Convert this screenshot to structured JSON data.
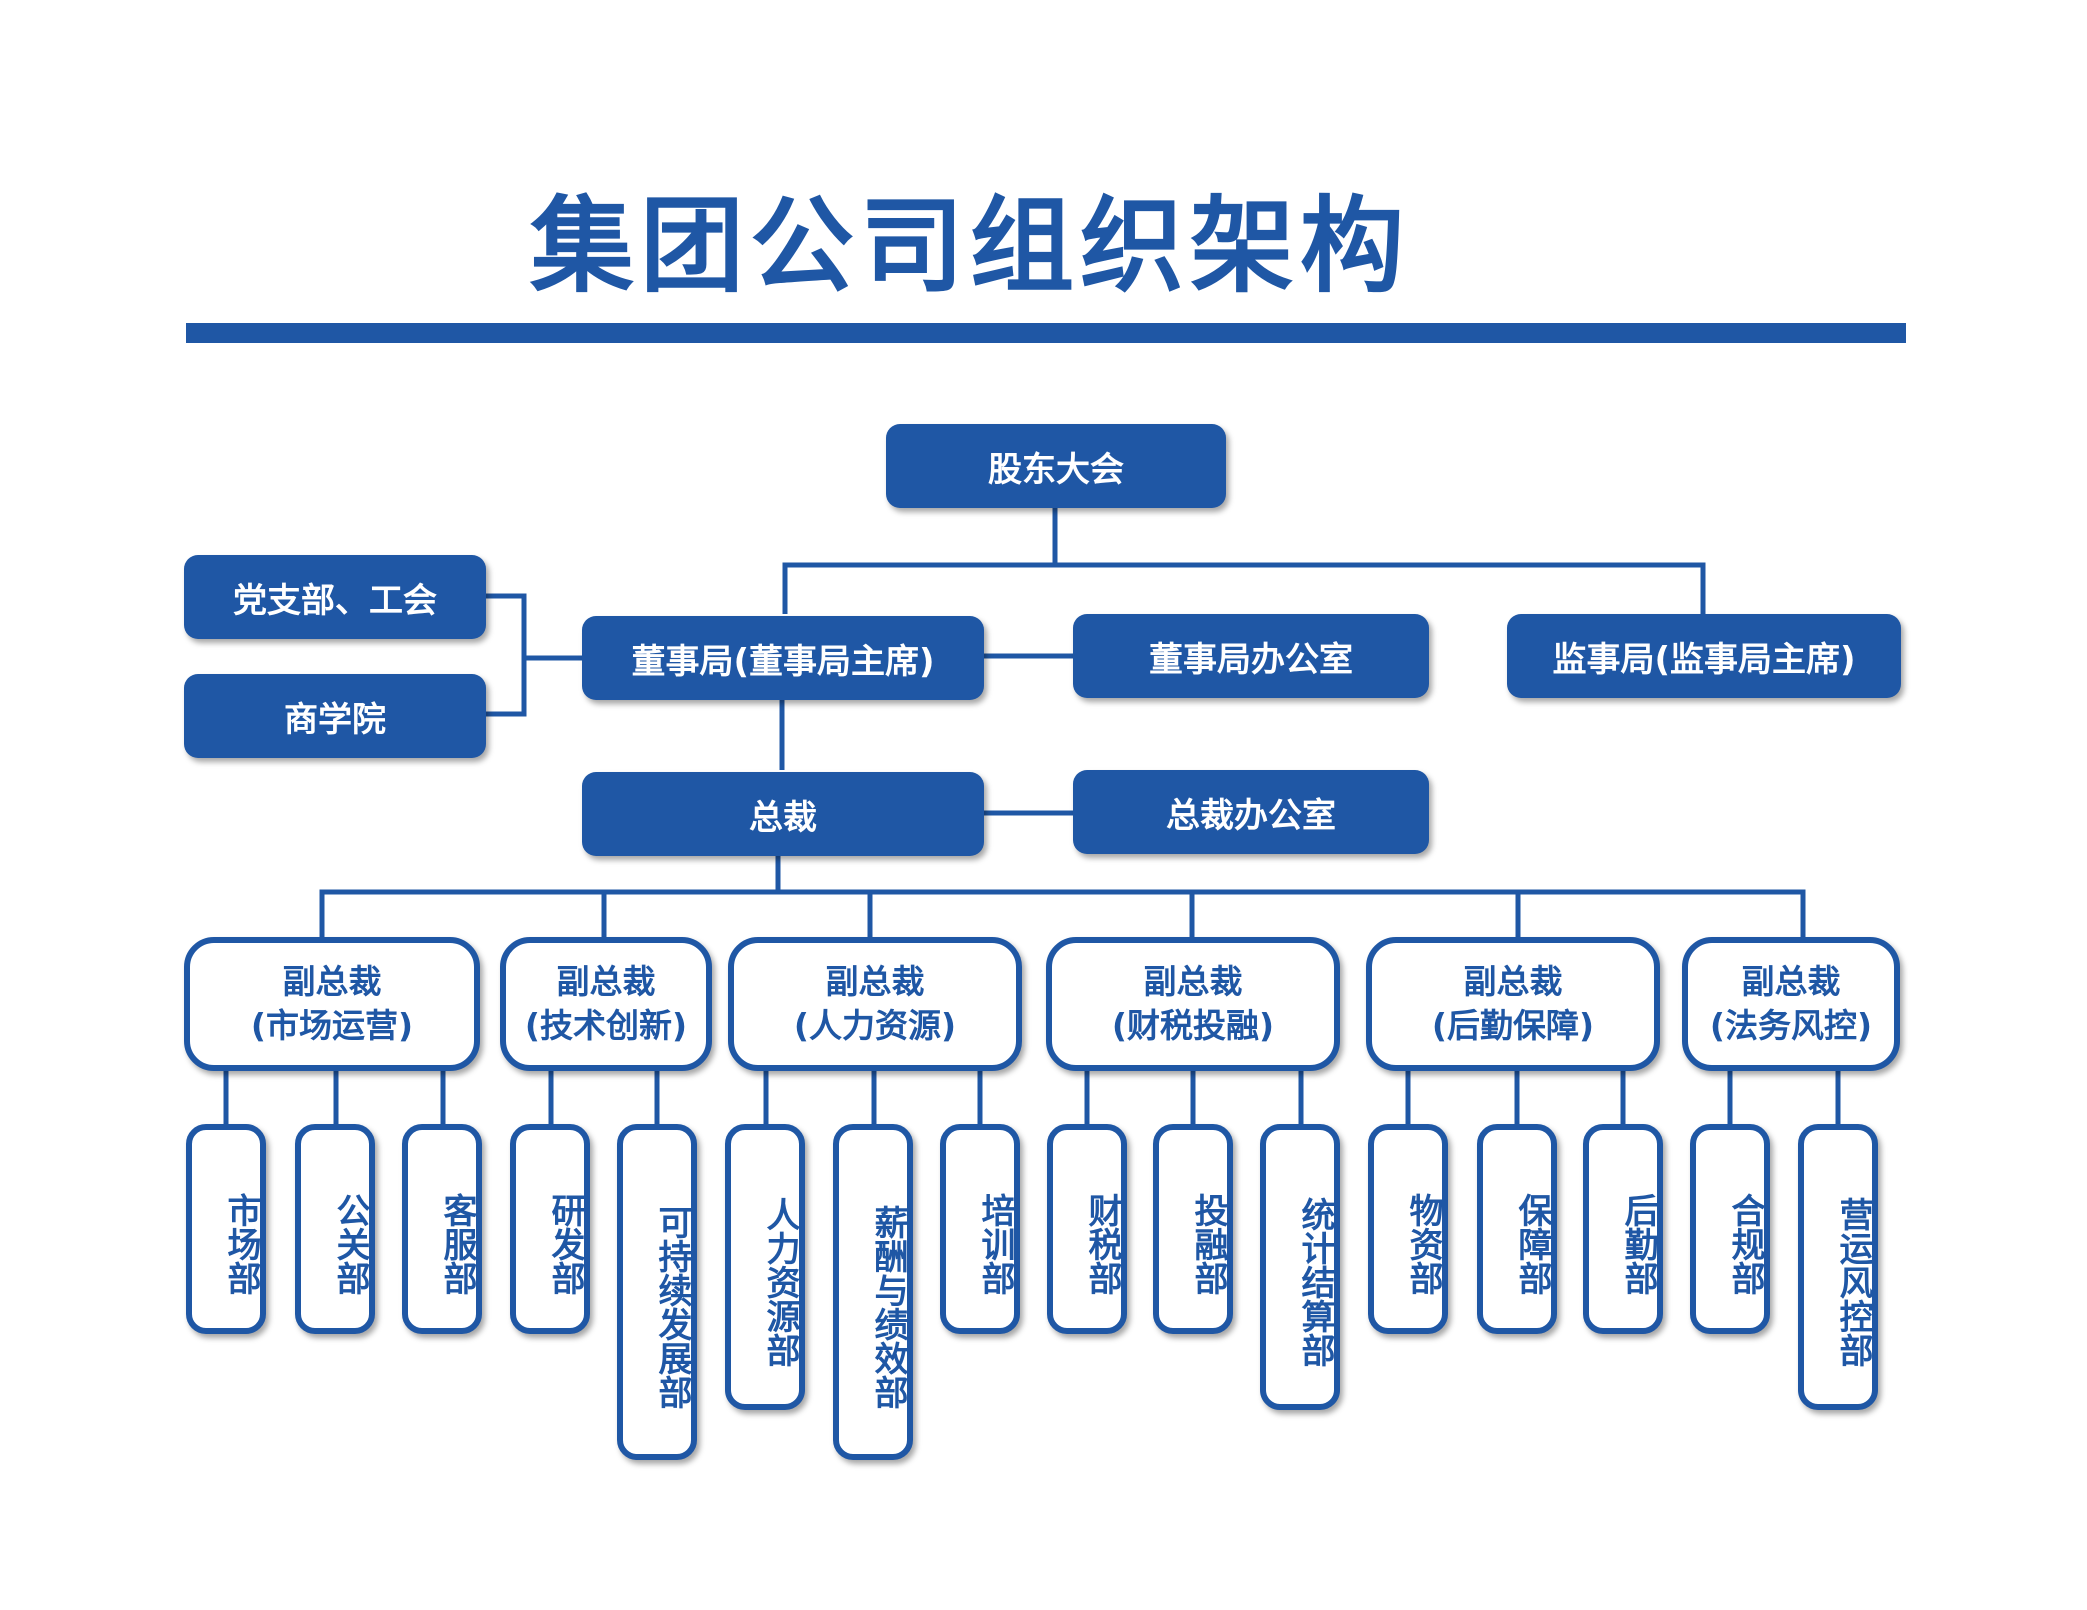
{
  "title": "集团公司组织架构",
  "top": {
    "shareholders": "股东大会",
    "board": "董事局(董事局主席)",
    "board_office": "董事局办公室",
    "supervisory": "监事局(监事局主席)",
    "party_union": "党支部、工会",
    "business_school": "商学院",
    "president": "总裁",
    "president_office": "总裁办公室"
  },
  "vps": [
    {
      "title": "副总裁",
      "area": "(市场运营)",
      "departments": [
        "市场部",
        "公关部",
        "客服部"
      ]
    },
    {
      "title": "副总裁",
      "area": "(技术创新)",
      "departments": [
        "研发部",
        "可持续发展部"
      ]
    },
    {
      "title": "副总裁",
      "area": "(人力资源)",
      "departments": [
        "人力资源部",
        "薪酬与绩效部",
        "培训部"
      ]
    },
    {
      "title": "副总裁",
      "area": "(财税投融)",
      "departments": [
        "财税部",
        "投融部",
        "统计结算部"
      ]
    },
    {
      "title": "副总裁",
      "area": "(后勤保障)",
      "departments": [
        "物资部",
        "保障部",
        "后勤部"
      ]
    },
    {
      "title": "副总裁",
      "area": "(法务风控)",
      "departments": [
        "合规部",
        "营运风控部"
      ]
    }
  ],
  "colors": {
    "primary": "#1f57a5",
    "background": "#ffffff"
  }
}
